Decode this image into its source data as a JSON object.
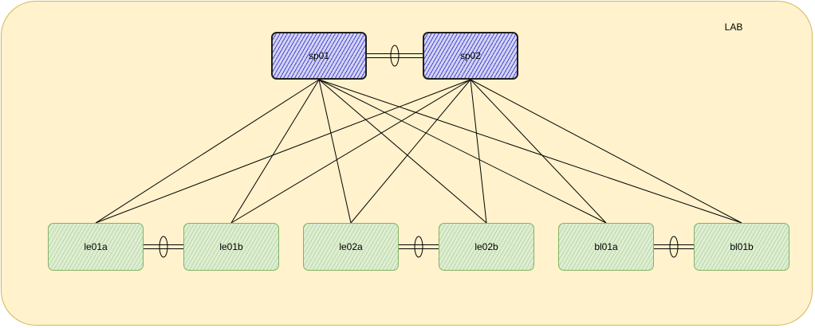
{
  "lab": {
    "label": "LAB"
  },
  "spines": [
    {
      "id": "sp01",
      "label": "sp01"
    },
    {
      "id": "sp02",
      "label": "sp02"
    }
  ],
  "leaves": [
    {
      "id": "le01a",
      "label": "le01a"
    },
    {
      "id": "le01b",
      "label": "le01b"
    },
    {
      "id": "le02a",
      "label": "le02a"
    },
    {
      "id": "le02b",
      "label": "le02b"
    },
    {
      "id": "bl01a",
      "label": "bl01a"
    },
    {
      "id": "bl01b",
      "label": "bl01b"
    }
  ],
  "links": [
    [
      "sp01",
      "le01a"
    ],
    [
      "sp01",
      "le01b"
    ],
    [
      "sp01",
      "le02a"
    ],
    [
      "sp01",
      "le02b"
    ],
    [
      "sp01",
      "bl01a"
    ],
    [
      "sp01",
      "bl01b"
    ],
    [
      "sp02",
      "le01a"
    ],
    [
      "sp02",
      "le01b"
    ],
    [
      "sp02",
      "le02a"
    ],
    [
      "sp02",
      "le02b"
    ],
    [
      "sp02",
      "bl01a"
    ],
    [
      "sp02",
      "bl01b"
    ]
  ],
  "lag_pairs": [
    [
      "sp01",
      "sp02"
    ],
    [
      "le01a",
      "le01b"
    ],
    [
      "le02a",
      "le02b"
    ],
    [
      "bl01a",
      "bl01b"
    ]
  ],
  "colors": {
    "lab_fill": "#fff2cc",
    "lab_stroke": "#d6b656",
    "spine_fill": "#4848d0",
    "leaf_fill": "#b9d8a5",
    "leaf_stroke": "#82b366"
  }
}
